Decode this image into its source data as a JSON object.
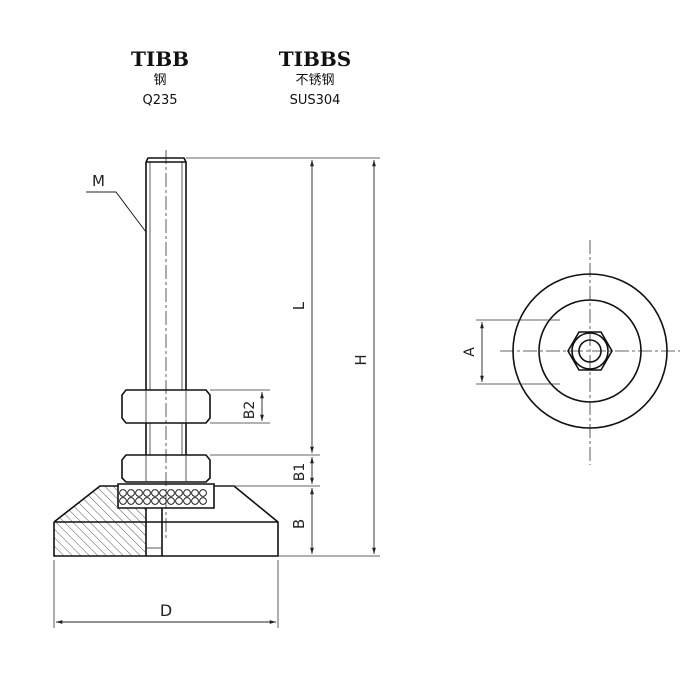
{
  "materials": [
    {
      "model": "TIBB",
      "material_cn": "钢",
      "grade": "Q235"
    },
    {
      "model": "TIBBS",
      "material_cn": "不锈钢",
      "grade": "SUS304"
    }
  ],
  "dimensions": {
    "M": "M",
    "L": "L",
    "H": "H",
    "B2": "B2",
    "B1": "B1",
    "B": "B",
    "D": "D",
    "A": "A"
  }
}
